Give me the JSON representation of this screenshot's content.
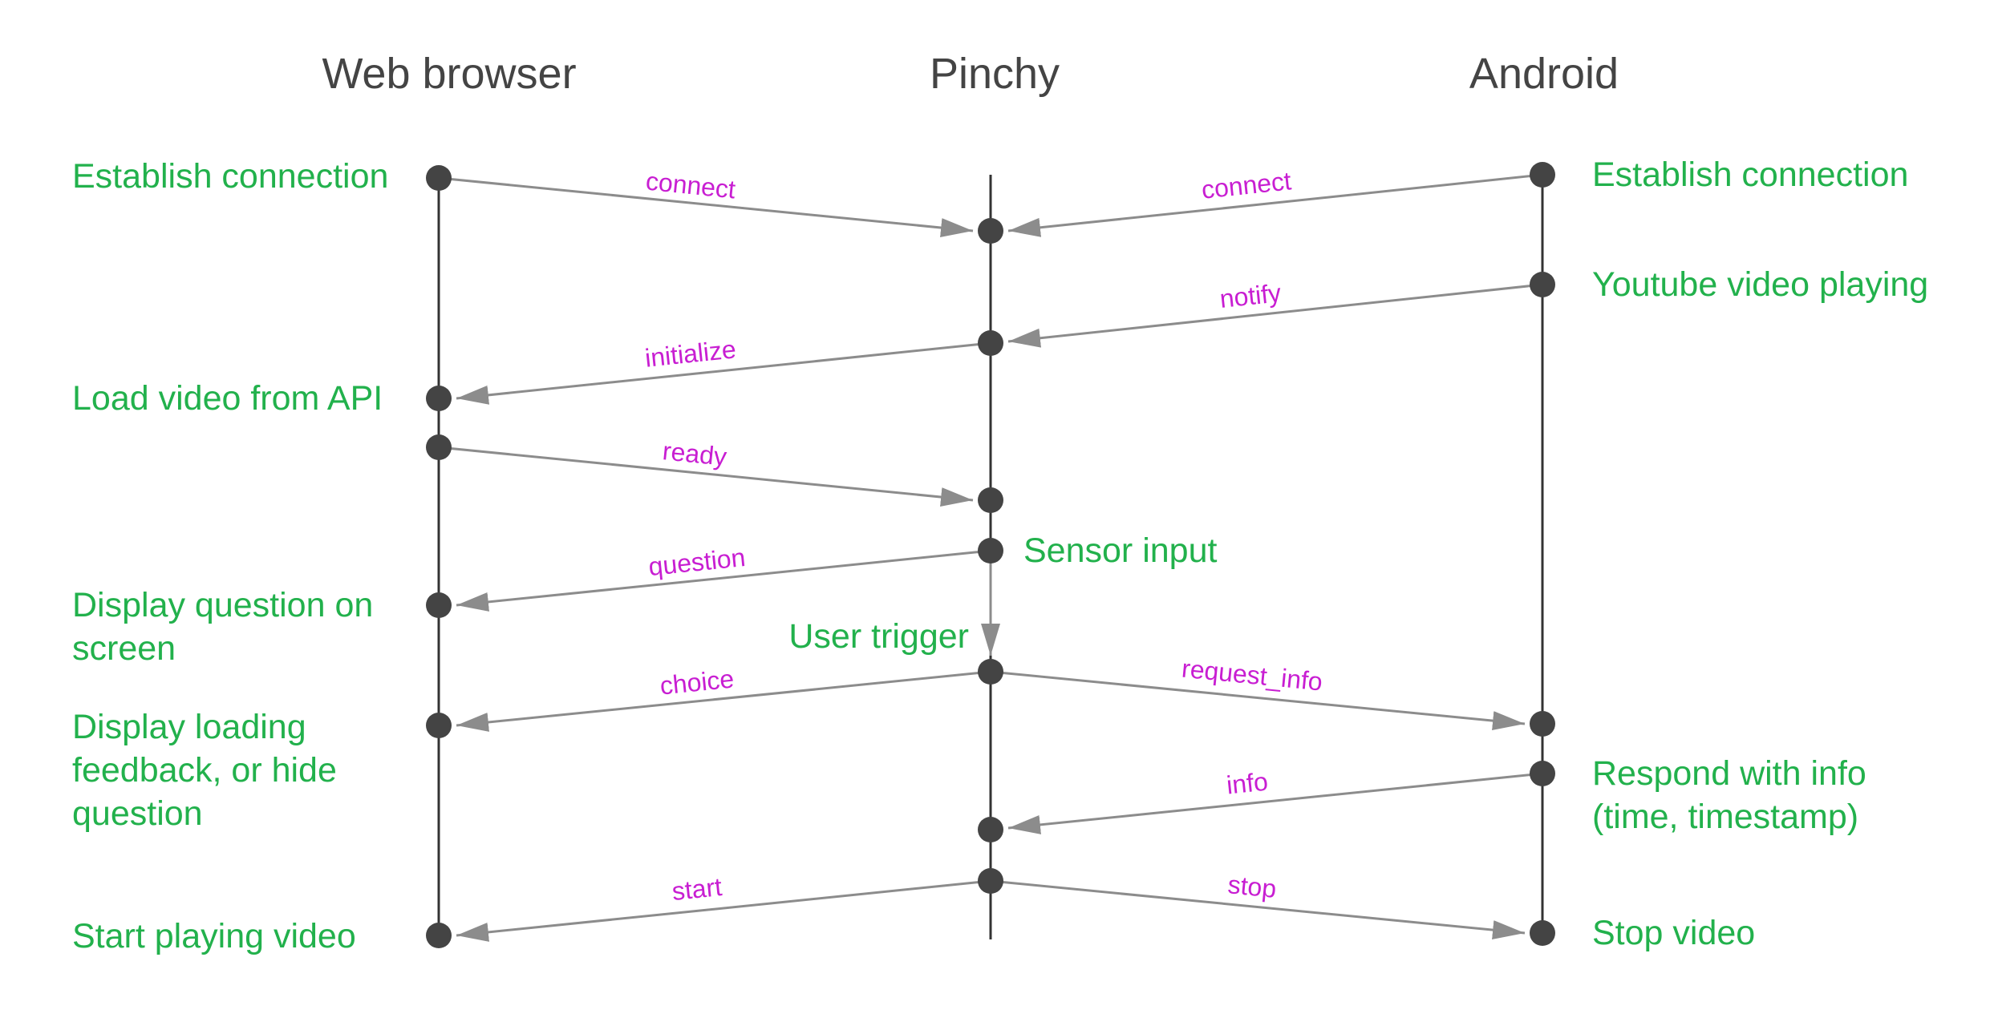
{
  "headers": {
    "browser": "Web browser",
    "pinchy": "Pinchy",
    "android": "Android"
  },
  "events": {
    "browser_establish": "Establish connection",
    "browser_load_video": "Load video from API",
    "browser_question_l1": "Display question on",
    "browser_question_l2": "screen",
    "browser_loading_l1": "Display loading",
    "browser_loading_l2": "feedback, or hide",
    "browser_loading_l3": "question",
    "browser_start": "Start playing video",
    "pinchy_sensor": "Sensor input",
    "pinchy_trigger": "User trigger",
    "android_establish": "Establish connection",
    "android_youtube": "Youtube video playing",
    "android_respond_l1": "Respond with info",
    "android_respond_l2": "(time, timestamp)",
    "android_stop": "Stop video"
  },
  "messages": {
    "connect_browser": "connect",
    "connect_android": "connect",
    "notify": "notify",
    "initialize": "initialize",
    "ready": "ready",
    "question": "question",
    "choice": "choice",
    "request_info": "request_info",
    "info": "info",
    "start": "start",
    "stop": "stop"
  },
  "colors": {
    "header": "#444444",
    "event": "#22b14c",
    "message": "#c81ed2",
    "arrow": "#8c8c8c",
    "node": "#444444"
  }
}
